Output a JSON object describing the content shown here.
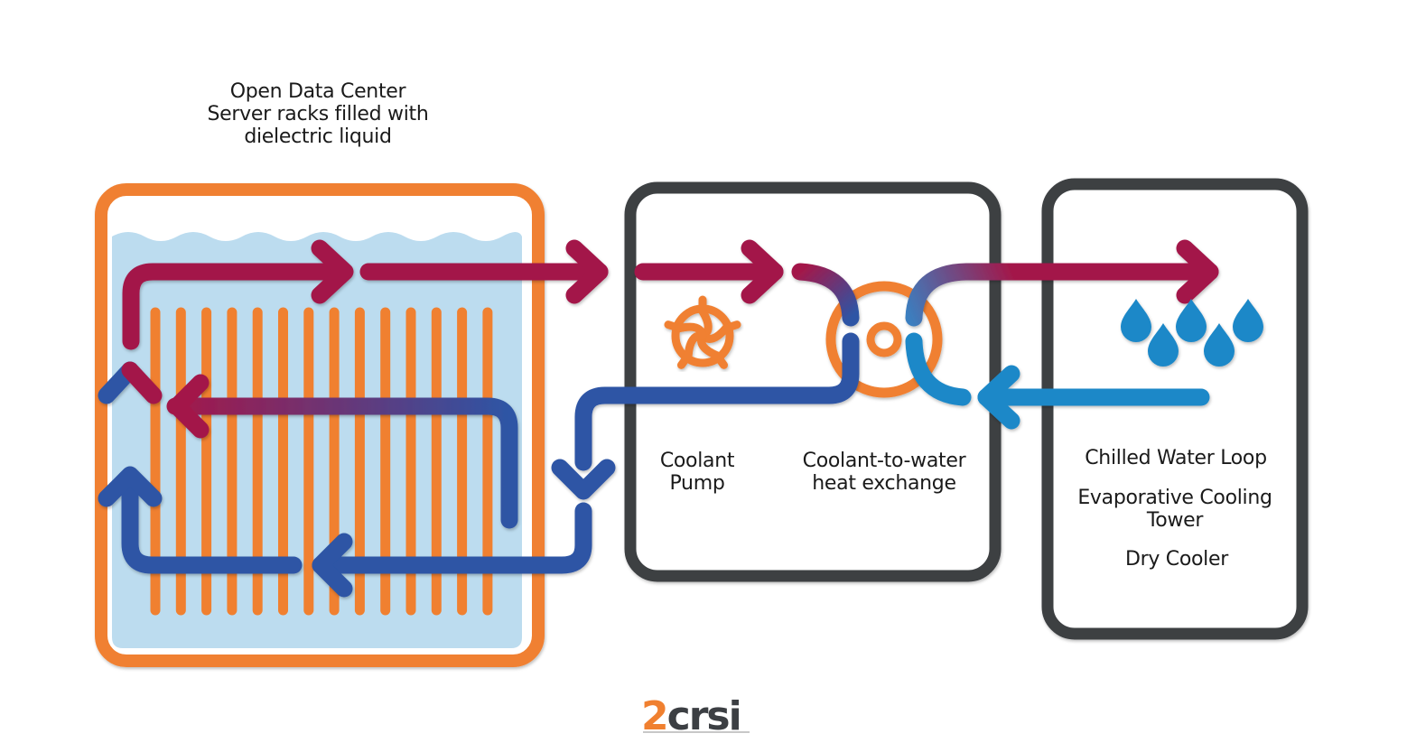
{
  "title": {
    "lines": [
      "Open Data Center",
      "Server racks filled with",
      "dielectric liquid"
    ]
  },
  "middle_box": {
    "pump_label": [
      "Coolant",
      "Pump"
    ],
    "exchanger_label": [
      "Coolant-to-water",
      "heat exchange"
    ]
  },
  "right_box": {
    "options": [
      {
        "lines": [
          "Chilled Water Loop"
        ]
      },
      {
        "lines": [
          "Evaporative Cooling",
          "Tower"
        ]
      },
      {
        "lines": [
          "Dry Cooler"
        ]
      }
    ]
  },
  "logo": {
    "prefix": "2",
    "suffix": "crsi"
  },
  "icons": {
    "pump": "pump-impeller-icon",
    "heat_exchanger": "heat-exchanger-icon",
    "water_drops": "water-drops-icon"
  },
  "colors": {
    "hot": "#a3184a",
    "cold_coolant": "#2d55a5",
    "cold_water": "#1e88c8",
    "tank_border": "#f08030",
    "server_rack": "#f08030",
    "liquid": "#bcdcef",
    "box_border": "#3c3f43"
  }
}
